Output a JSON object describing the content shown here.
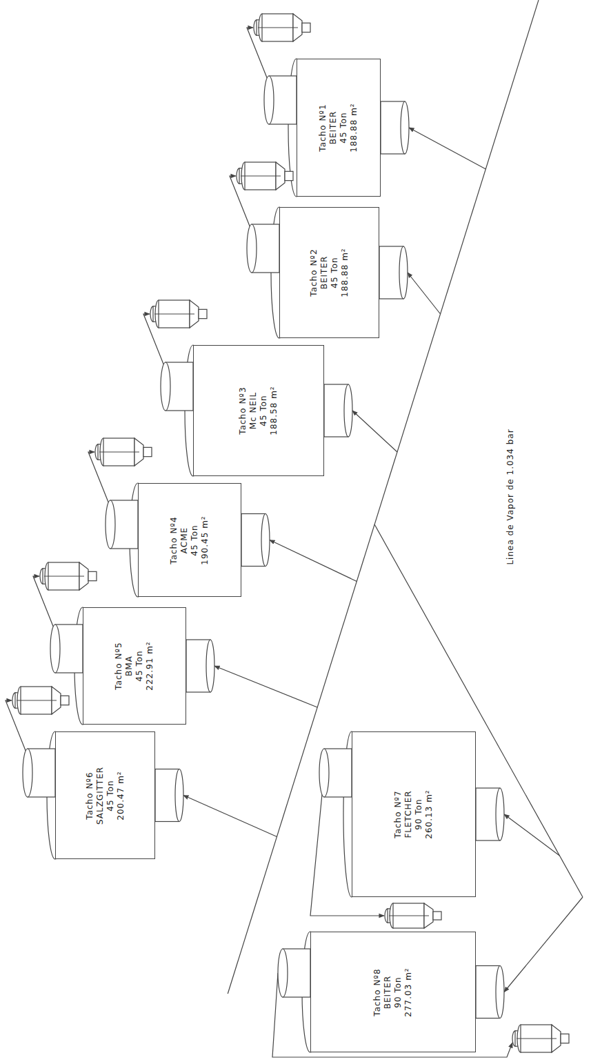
{
  "diagram": {
    "nodes": [
      {
        "text": [
          "Tacho Nº1",
          "BEITER",
          "45 Ton",
          "188.88 m²"
        ]
      },
      {
        "text": [
          "Tacho Nº2",
          "BEITER",
          "45 Ton",
          "188.88 m²"
        ]
      },
      {
        "text": [
          "Tacho Nº3",
          "Mc NEIL",
          "45 Ton",
          "188.58 m²"
        ]
      },
      {
        "text": [
          "Tacho Nº4",
          "ACME",
          "45 Ton",
          "190.45 m²"
        ]
      },
      {
        "text": [
          "Tacho Nº5",
          "BMA",
          "45 Ton",
          "222.91 m²"
        ]
      },
      {
        "text": [
          "Tacho Nº6",
          "SALZGITTER",
          "45 Ton",
          "200.47 m²"
        ]
      },
      {
        "text": [
          "Tacho Nº7",
          "FLETCHER",
          "90 Ton",
          "260.13 m²"
        ]
      },
      {
        "text": [
          "Tacho Nº8",
          "BEITER",
          "90 Ton",
          "277.03 m²"
        ]
      }
    ],
    "labels": [
      "Linea de Vapor de 1.034 bar"
    ]
  }
}
